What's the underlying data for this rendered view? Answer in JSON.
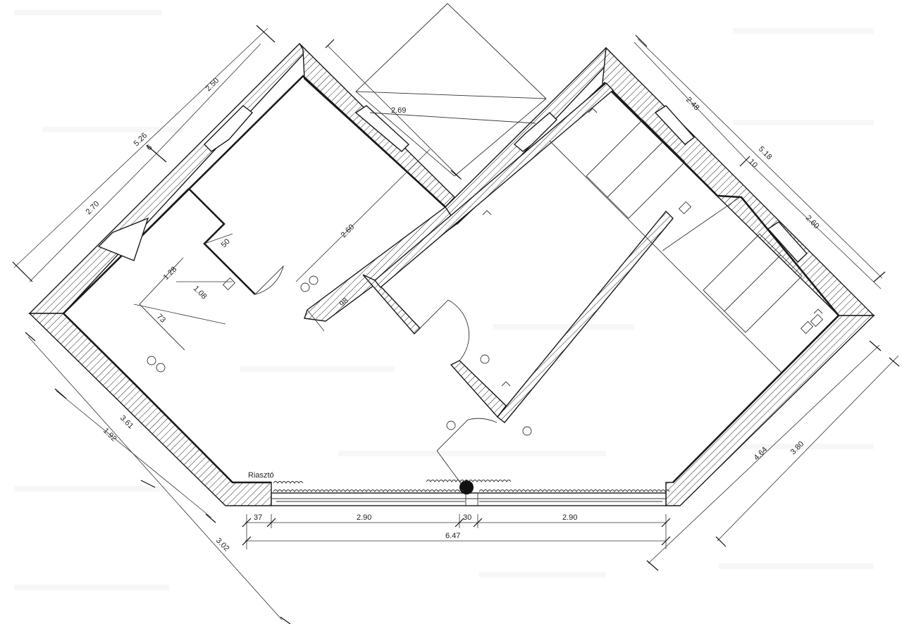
{
  "plan": {
    "label_alarm": "Riasztó",
    "dimensions": {
      "top_left_total": "5.26",
      "top_left_upper": "2.50",
      "top_left_lower": "2.70",
      "small_6": "6",
      "window_left": "2.69",
      "room_diag": "2.60",
      "right_top": "2.48",
      "right_total": "5.18",
      "right_10": "10",
      "right_lower": "2.60",
      "left_lower_total": "3.61",
      "left_lower_part": "1.92",
      "left_bottom": "3.02",
      "right_bottom_a": "4.64",
      "right_bottom_b": "3.80",
      "bottom_37": "37",
      "bottom_290_a": "2.90",
      "bottom_30": "30",
      "bottom_290_b": "2.90",
      "bottom_total": "6.47",
      "dim_50": "50",
      "dim_128": "1.28",
      "dim_108": "1.08",
      "dim_73": "73",
      "dim_98": "98"
    }
  }
}
